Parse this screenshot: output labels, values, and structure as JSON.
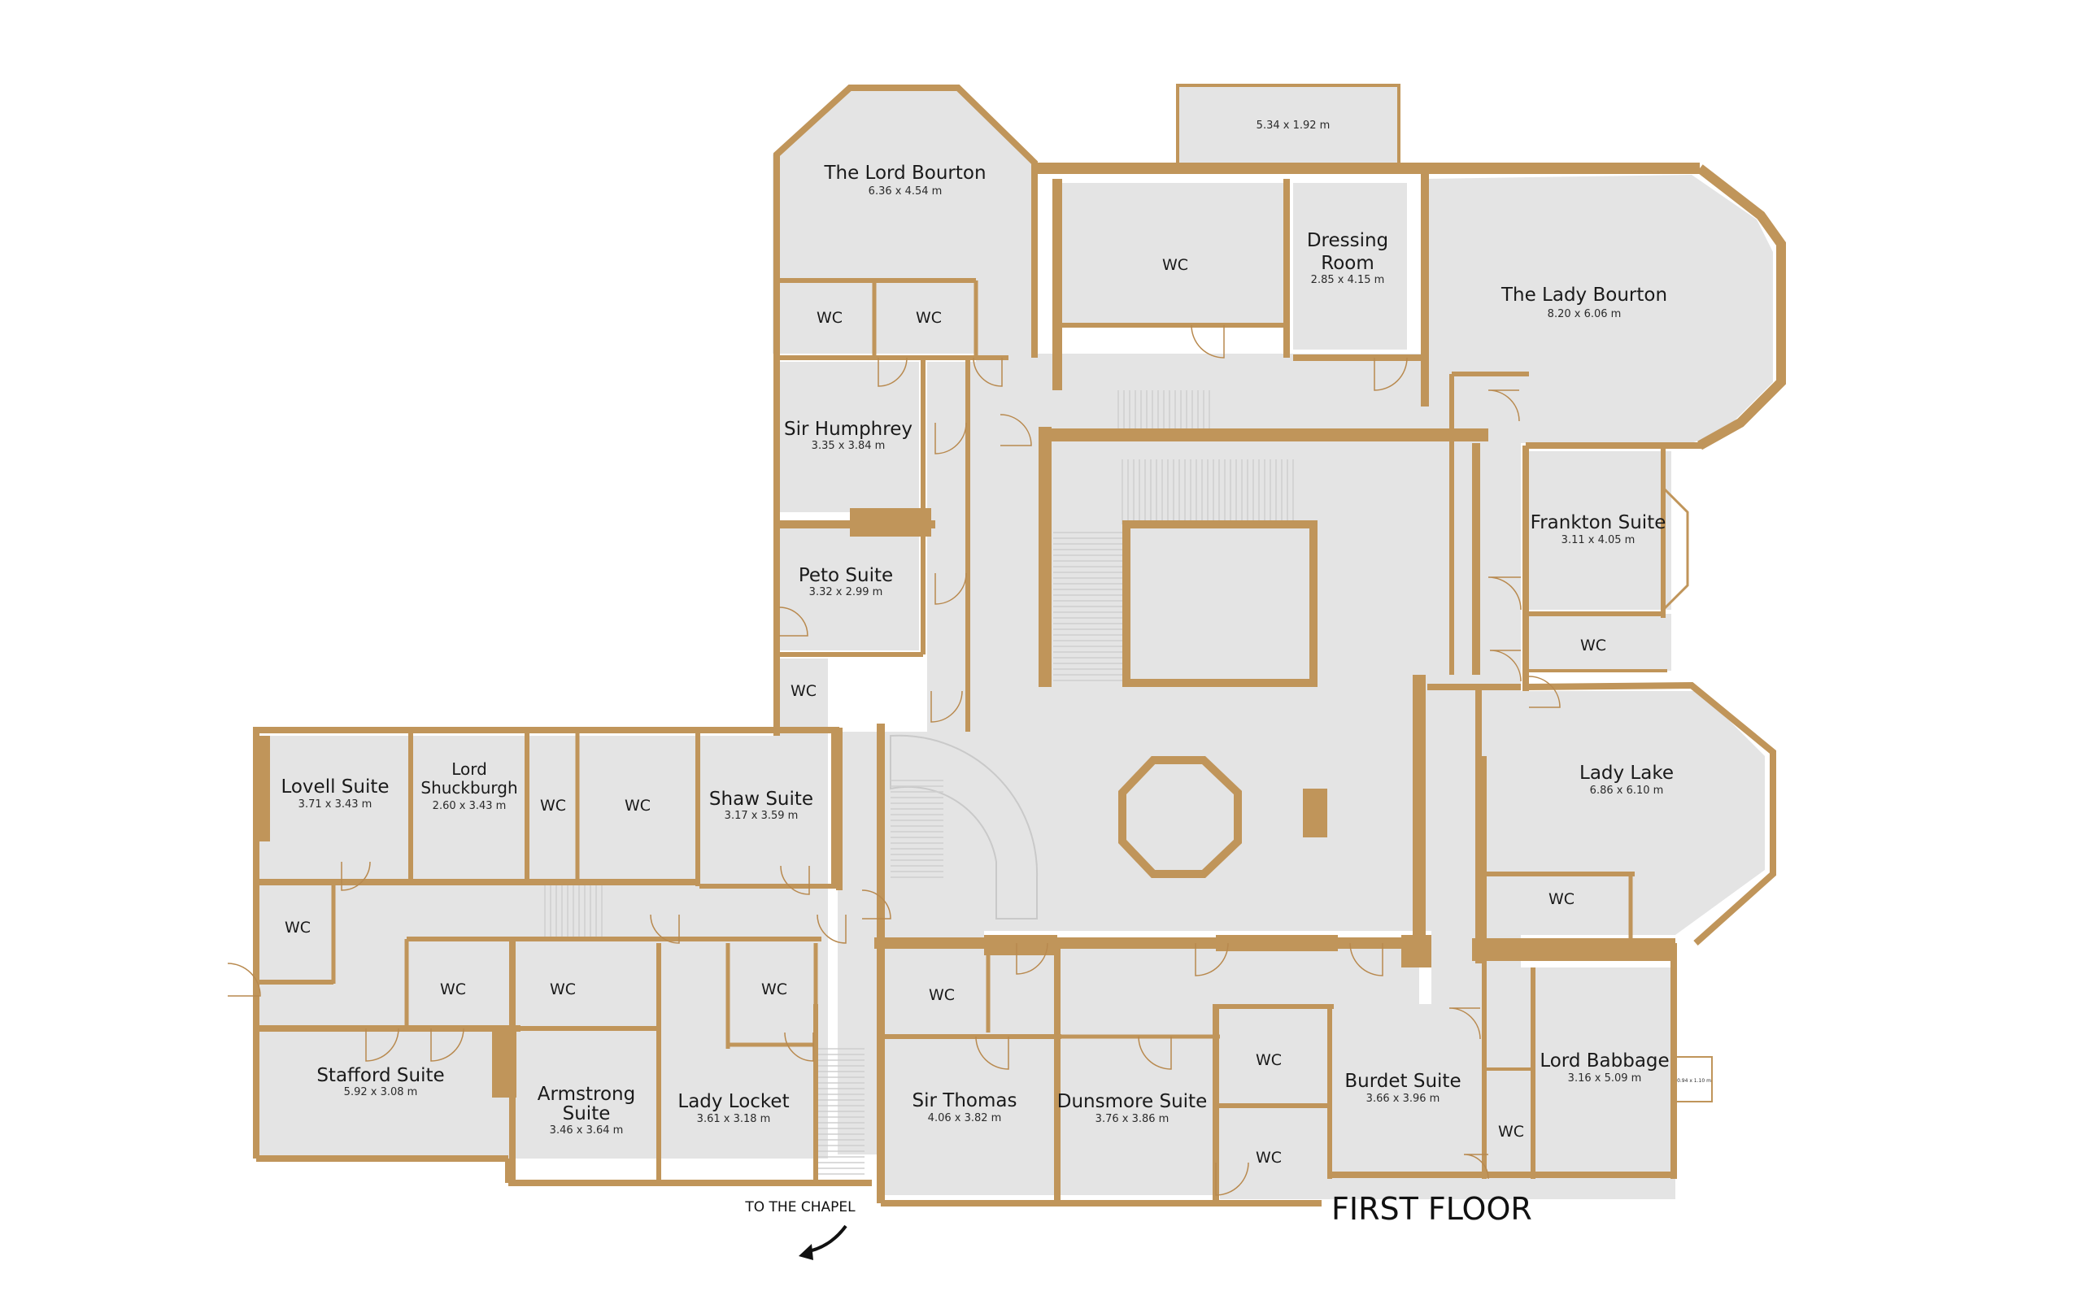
{
  "plan": {
    "floor_label": "FIRST FLOOR",
    "chapel_label": "TO THE CHAPEL",
    "rooms": [
      {
        "key": "lord_bourton",
        "name": "The Lord Bourton",
        "dims": "6.36 x 4.54 m"
      },
      {
        "key": "balcony",
        "name": "",
        "dims": "5.34 x 1.92 m"
      },
      {
        "key": "dressing_room",
        "name": "Dressing Room",
        "name_line1": "Dressing",
        "name_line2": "Room",
        "dims": "2.85 x 4.15 m"
      },
      {
        "key": "lady_bourton",
        "name": "The Lady Bourton",
        "dims": "8.20 x 6.06 m"
      },
      {
        "key": "sir_humphrey",
        "name": "Sir Humphrey",
        "dims": "3.35 x 3.84 m"
      },
      {
        "key": "peto_suite",
        "name": "Peto Suite",
        "dims": "3.32 x 2.99 m"
      },
      {
        "key": "frankton_suite",
        "name": "Frankton Suite",
        "dims": "3.11 x 4.05 m"
      },
      {
        "key": "lovell_suite",
        "name": "Lovell Suite",
        "dims": "3.71 x 3.43 m"
      },
      {
        "key": "lord_shuckburgh",
        "name": "Lord Shuckburgh",
        "name_line1": "Lord",
        "name_line2": "Shuckburgh",
        "dims": "2.60 x 3.43 m"
      },
      {
        "key": "shaw_suite",
        "name": "Shaw Suite",
        "dims": "3.17 x 3.59 m"
      },
      {
        "key": "lady_lake",
        "name": "Lady Lake",
        "dims": "6.86 x 6.10 m"
      },
      {
        "key": "stafford_suite",
        "name": "Stafford Suite",
        "dims": "5.92 x 3.08 m"
      },
      {
        "key": "armstrong_suite",
        "name": "Armstrong Suite",
        "name_line1": "Armstrong",
        "name_line2": "Suite",
        "dims": "3.46 x 3.64 m"
      },
      {
        "key": "lady_locket",
        "name": "Lady Locket",
        "dims": "3.61 x 3.18 m"
      },
      {
        "key": "sir_thomas",
        "name": "Sir Thomas",
        "dims": "4.06 x 3.82 m"
      },
      {
        "key": "dunsmore_suite",
        "name": "Dunsmore Suite",
        "dims": "3.76 x 3.86 m"
      },
      {
        "key": "burdet_suite",
        "name": "Burdet Suite",
        "dims": "3.66 x 3.96 m"
      },
      {
        "key": "lord_babbage",
        "name": "Lord Babbage",
        "dims": "3.16 x 5.09 m"
      },
      {
        "key": "lord_babbage_balcony",
        "name": "",
        "dims": "0.94 x 1.10 m"
      }
    ],
    "wc_label": "WC",
    "wc_count": 16
  }
}
